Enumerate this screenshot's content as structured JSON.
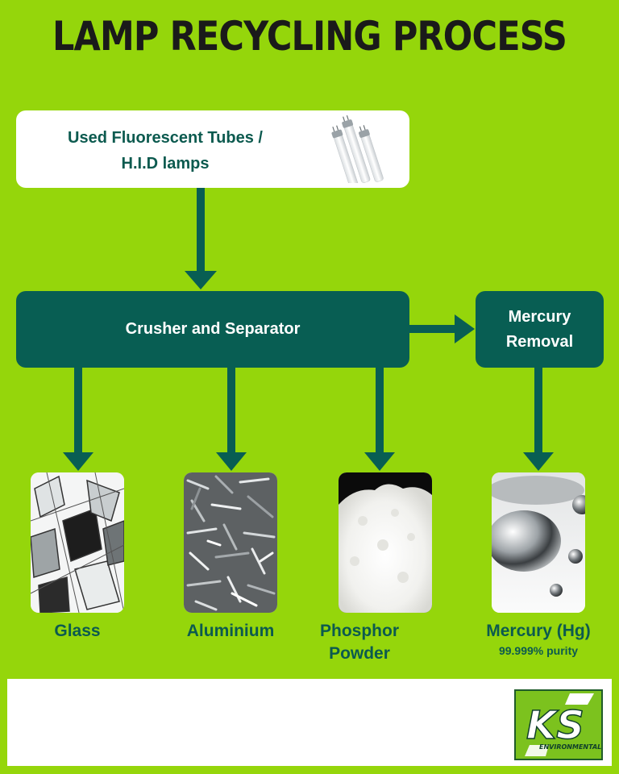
{
  "title": "LAMP RECYCLING PROCESS",
  "input": {
    "line1": "Used Fluorescent Tubes /",
    "line2": "H.I.D lamps",
    "icon": "fluorescent-tubes-icon"
  },
  "process": {
    "crusher_label": "Crusher and Separator",
    "mercury_removal_line1": "Mercury",
    "mercury_removal_line2": "Removal"
  },
  "outputs": {
    "glass": {
      "label": "Glass"
    },
    "aluminium": {
      "label": "Aluminium"
    },
    "phosphor": {
      "line1": "Phosphor",
      "line2": "Powder"
    },
    "mercury": {
      "label": "Mercury (Hg)",
      "purity": "99.999% purity"
    }
  },
  "logo": {
    "letters": "KS",
    "subtext": "ENVIRONMENTAL"
  },
  "colors": {
    "background": "#95d60b",
    "dark_teal": "#085e53",
    "text_teal": "#0c5a4f",
    "title": "#1a1a1a",
    "white": "#ffffff"
  }
}
